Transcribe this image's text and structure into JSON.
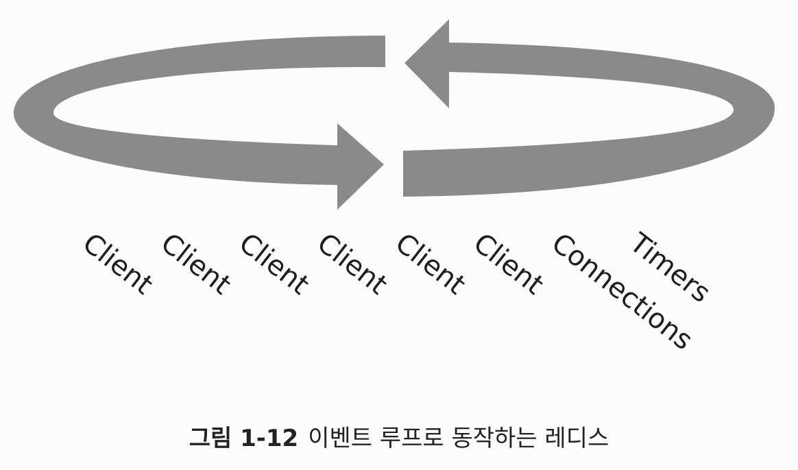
{
  "diagram": {
    "labels": [
      "Client",
      "Client",
      "Client",
      "Client",
      "Client",
      "Client",
      "Connections",
      "Timers"
    ]
  },
  "caption": {
    "figure_number": "그림 1-12",
    "text": "이벤트 루프로 동작하는 레디스"
  },
  "colors": {
    "arrow": "#8a8a8a",
    "label_text": "#1e1e1e",
    "background": "#fcfcfc"
  }
}
